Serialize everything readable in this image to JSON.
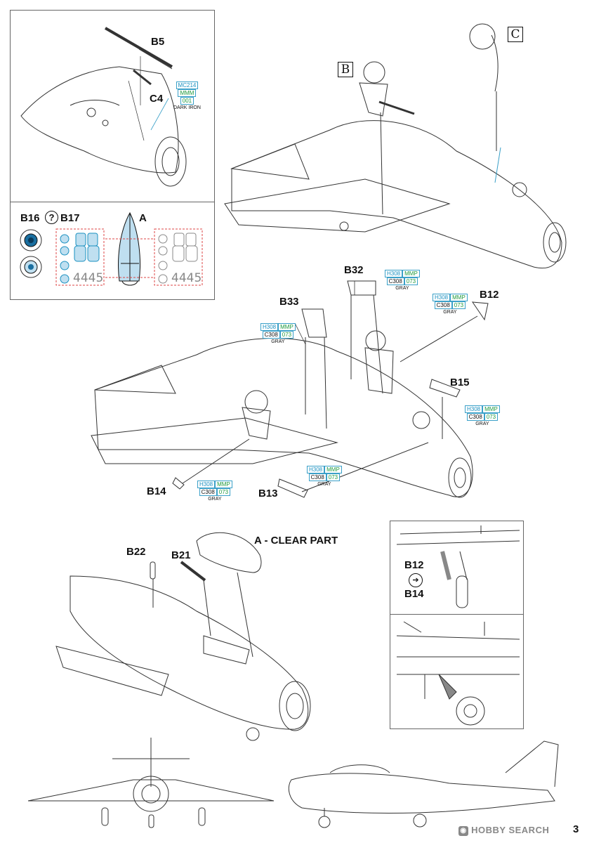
{
  "labels": {
    "b5": "B5",
    "c4": "C4",
    "b_box": "B",
    "c_box": "C",
    "b16": "B16",
    "b17": "B17",
    "a_mask": "A",
    "b32": "B32",
    "b33": "B33",
    "b12_top": "B12",
    "b15": "B15",
    "b14_mid": "B14",
    "b13": "B13",
    "a_clear": "A - CLEAR PART",
    "b22": "B22",
    "b21": "B21",
    "b12_inset": "B12",
    "b14_inset": "B14"
  },
  "masks": {
    "left_number": "4445",
    "right_number": "4445"
  },
  "paints": {
    "c4": {
      "code1": "MC214",
      "code2": "MMM",
      "code3": "001",
      "name": "DARK IRON"
    },
    "b32": {
      "h": "H308",
      "mmp": "MMP",
      "c": "C308",
      "num": "073",
      "name": "GRAY"
    },
    "b12": {
      "h": "H308",
      "mmp": "MMP",
      "c": "C308",
      "num": "073",
      "name": "GRAY"
    },
    "b33": {
      "h": "H308",
      "mmp": "MMP",
      "c": "C308",
      "num": "073",
      "name": "GRAY"
    },
    "b15": {
      "h": "H308",
      "mmp": "MMP",
      "c": "C308",
      "num": "073",
      "name": "GRAY"
    },
    "b13": {
      "h": "H308",
      "mmp": "MMP",
      "c": "C308",
      "num": "073",
      "name": "GRAY"
    },
    "b14": {
      "h": "H308",
      "mmp": "MMP",
      "c": "C308",
      "num": "073",
      "name": "GRAY"
    }
  },
  "footer": {
    "watermark": "HOBBY SEARCH",
    "page_number": "3"
  },
  "colors": {
    "paint_hobby": "#1a90c0",
    "paint_mmp": "#1f9a3e",
    "mask_fill": "#bfdff0",
    "mask_guide": "#d44"
  }
}
